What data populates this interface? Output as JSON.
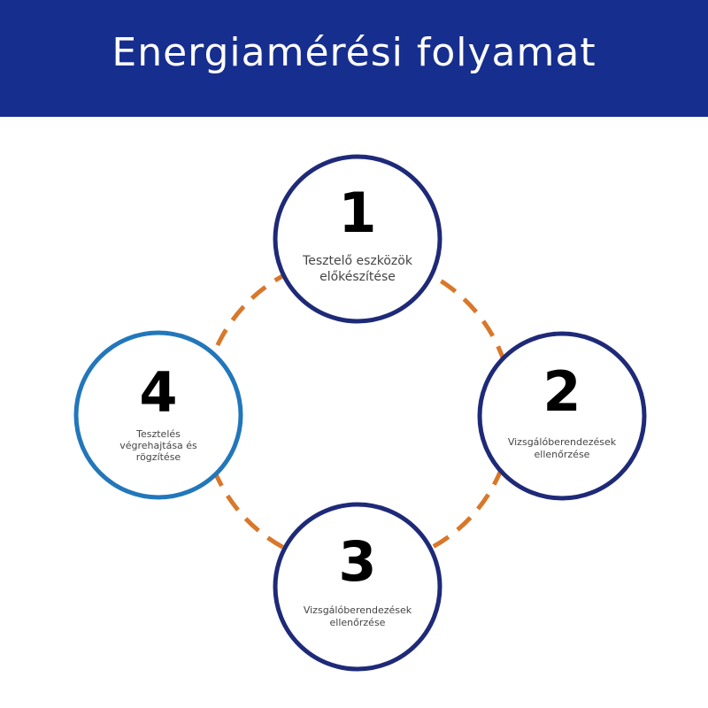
{
  "header": {
    "title": "Energiamérési folyamat"
  },
  "colors": {
    "header_bg": "#162e8e",
    "circle_dark": "#1e2a78",
    "circle_light": "#2277bb",
    "ring_dashed": "#d9772a"
  },
  "steps": [
    {
      "number": "1",
      "label_lines": [
        "Tesztelő eszközök",
        "előkészítése"
      ]
    },
    {
      "number": "2",
      "label_lines": [
        "Vizsgálóberendezések",
        "ellenőrzése"
      ]
    },
    {
      "number": "3",
      "label_lines": [
        "Vizsgálóberendezések",
        "ellenőrzése"
      ]
    },
    {
      "number": "4",
      "label_lines": [
        "Tesztelés",
        "végrehajtása és",
        "rögzítése"
      ]
    }
  ]
}
